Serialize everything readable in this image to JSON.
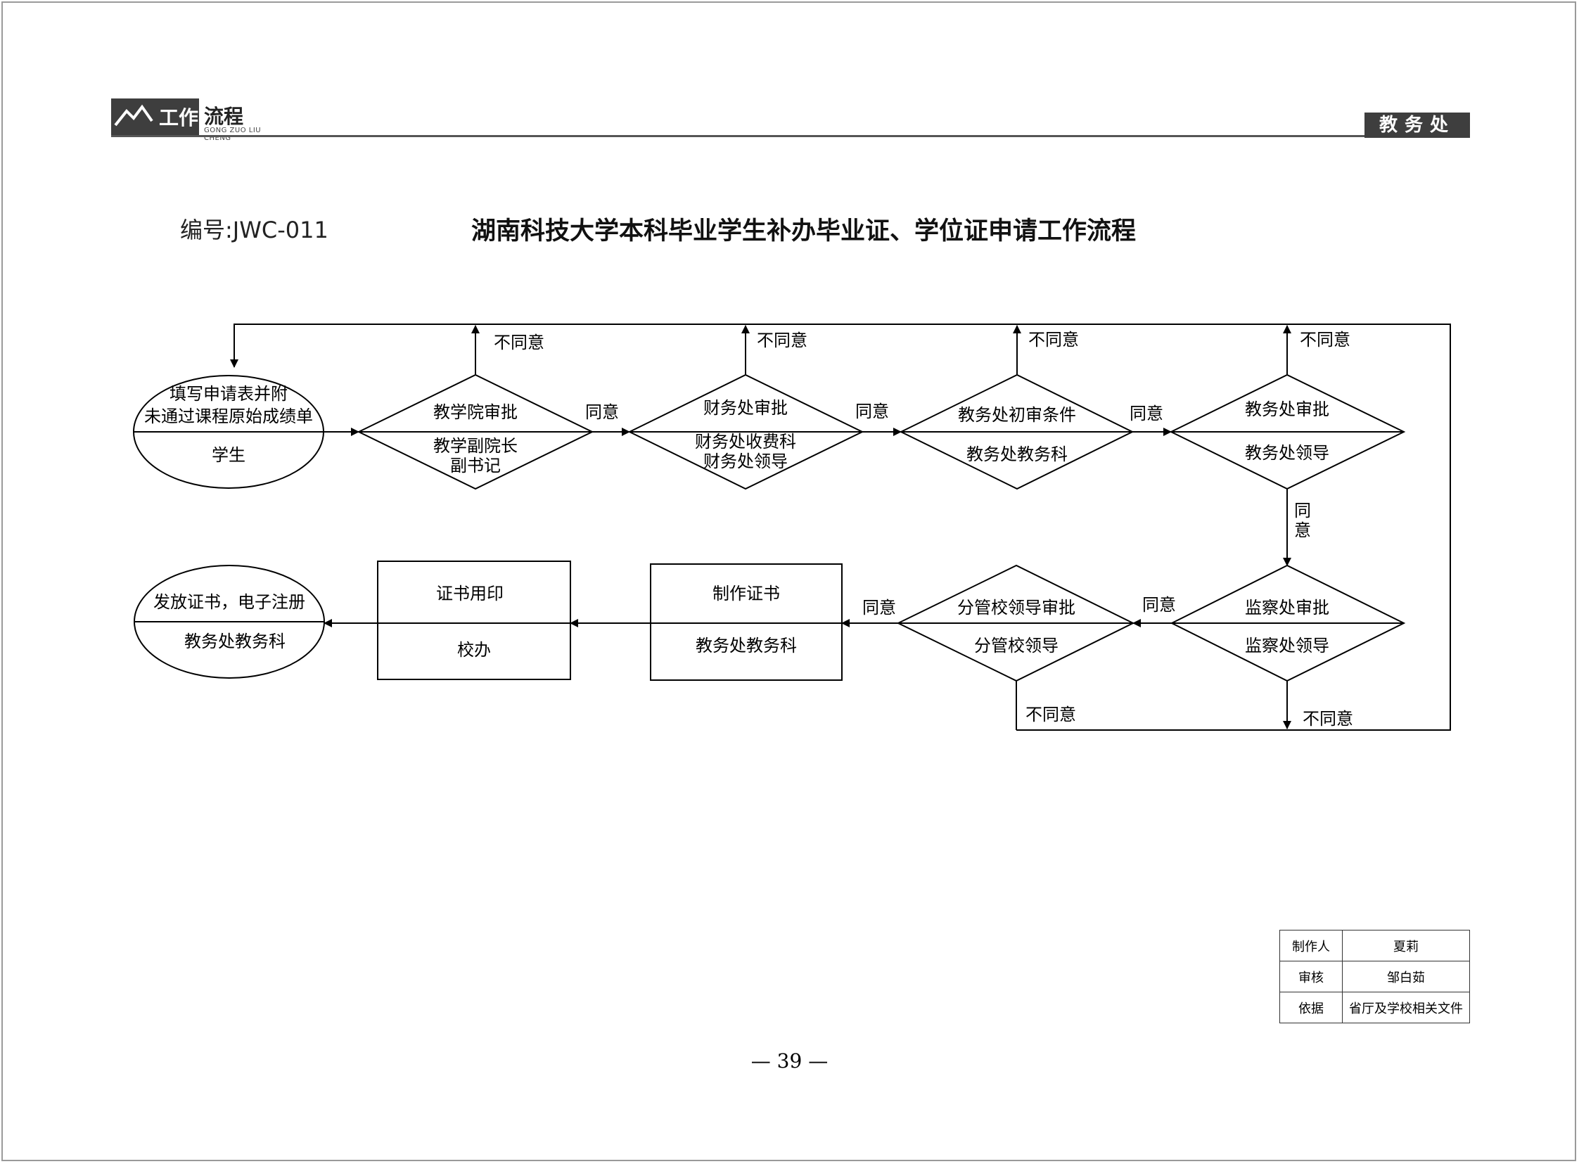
{
  "header": {
    "logo_main": "工作",
    "logo_sub": "流程",
    "logo_pinyin": "GONG ZUO LIU CHENG",
    "department": "教务处"
  },
  "doc": {
    "code": "编号:JWC-011",
    "title": "湖南科技大学本科毕业学生补办毕业证、学位证申请工作流程"
  },
  "flow": {
    "start": {
      "line1": "填写申请表并附",
      "line2": "未通过课程原始成绩单",
      "actor": "学生"
    },
    "d1": {
      "action": "教学院审批",
      "actor1": "教学副院长",
      "actor2": "副书记"
    },
    "d2": {
      "action": "财务处审批",
      "actor1": "财务处收费科",
      "actor2": "财务处领导"
    },
    "d3": {
      "action": "教务处初审条件",
      "actor": "教务处教务科"
    },
    "d4": {
      "action": "教务处审批",
      "actor": "教务处领导"
    },
    "d5": {
      "action": "监察处审批",
      "actor": "监察处领导"
    },
    "d6": {
      "action": "分管校领导审批",
      "actor": "分管校领导"
    },
    "box1": {
      "action": "制作证书",
      "actor": "教务处教务科"
    },
    "box2": {
      "action": "证书用印",
      "actor": "校办"
    },
    "end": {
      "action": "发放证书，电子注册",
      "actor": "教务处教务科"
    },
    "labels": {
      "agree": "同意",
      "disagree": "不同意",
      "agree_v1": "同",
      "agree_v2": "意"
    }
  },
  "meta": {
    "rows": [
      {
        "key": "制作人",
        "value": "夏莉"
      },
      {
        "key": "审核",
        "value": "邹白茹"
      },
      {
        "key": "依据",
        "value": "省厅及学校相关文件"
      }
    ]
  },
  "page": {
    "number": "— 39 —"
  }
}
